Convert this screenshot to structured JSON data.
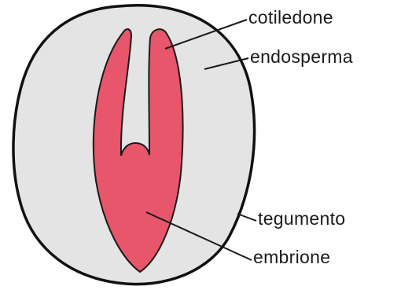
{
  "labels": {
    "cotiledone": "cotiledone",
    "endosperma": "endosperma",
    "tegumento": "tegumento",
    "embrione": "embrione"
  },
  "colors": {
    "seed_fill": "#e4e4e4",
    "seed_outline": "#111111",
    "embryo_fill": "#e8566b",
    "embryo_outline": "#1a1a1a",
    "leader_lines": "#1a1a1a"
  }
}
